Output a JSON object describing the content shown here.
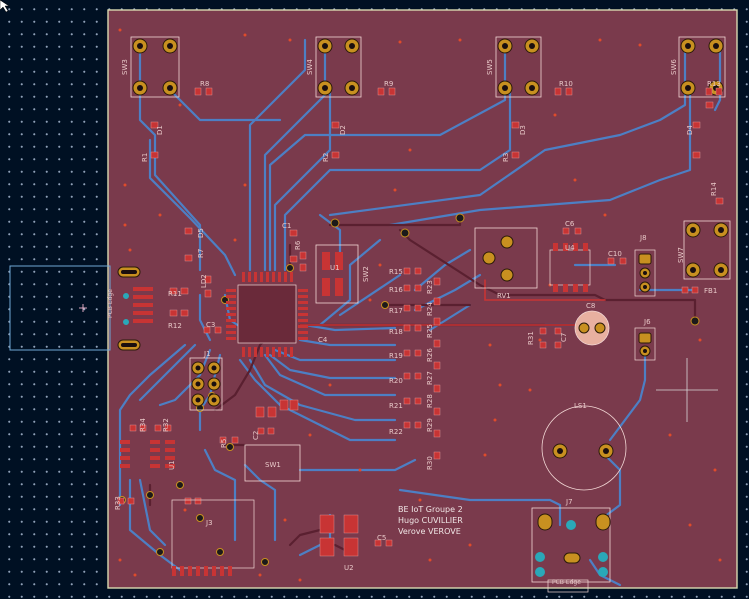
{
  "board": {
    "author_lines": [
      "BE IoT Groupe 2",
      "Hugo CUVILLIER",
      "Verove VEROVE"
    ],
    "edge_label_left": "PCB Edge",
    "edge_label_bottom": "PCB Edge"
  },
  "refs": {
    "SW3": "SW3",
    "SW4": "SW4",
    "SW5": "SW5",
    "SW6": "SW6",
    "SW7": "SW7",
    "SW1": "SW1",
    "SW2": "SW2",
    "R1": "R1",
    "R2": "R2",
    "R3": "R3",
    "R5": "R5",
    "R6": "R6",
    "R7": "R7",
    "R8": "R8",
    "R9": "R9",
    "R10": "R10",
    "R11": "R11",
    "R12": "R12",
    "R13": "R13",
    "R14": "R14",
    "R15": "R15",
    "R16": "R16",
    "R17": "R17",
    "R18": "R18",
    "R19": "R19",
    "R20": "R20",
    "R21": "R21",
    "R22": "R22",
    "R23": "R23",
    "R24": "R24",
    "R25": "R25",
    "R26": "R26",
    "R27": "R27",
    "R28": "R28",
    "R29": "R29",
    "R30": "R30",
    "R31": "R31",
    "R32": "R32",
    "R33": "R33",
    "R34": "R34",
    "D1": "D1",
    "D2": "D2",
    "D3": "D3",
    "D4": "D4",
    "D5": "D5",
    "C1": "C1",
    "C2": "C2",
    "C3": "C3",
    "C4": "C4",
    "C5": "C5",
    "C6": "C6",
    "C7": "C7",
    "C8": "C8",
    "C10": "C10",
    "U1": "U1",
    "U2": "U2",
    "U4": "U4",
    "J1": "J1",
    "J3": "J3",
    "J6": "J6",
    "J7": "J7",
    "J8": "J8",
    "RV1": "RV1",
    "LS1": "LS1",
    "FB1": "FB1",
    "LD2": "LD2"
  },
  "colors": {
    "background": "#001023",
    "board_fill": "#7a3a4c",
    "edge_cuts": "#d9d9b0",
    "front_copper": "#c83434",
    "back_copper": "#4d7fc4",
    "pad_gold": "#c89020",
    "via_cyan": "#2aa8b8",
    "silkscreen": "#f2d7d5",
    "selection": "#6fa8d6"
  }
}
